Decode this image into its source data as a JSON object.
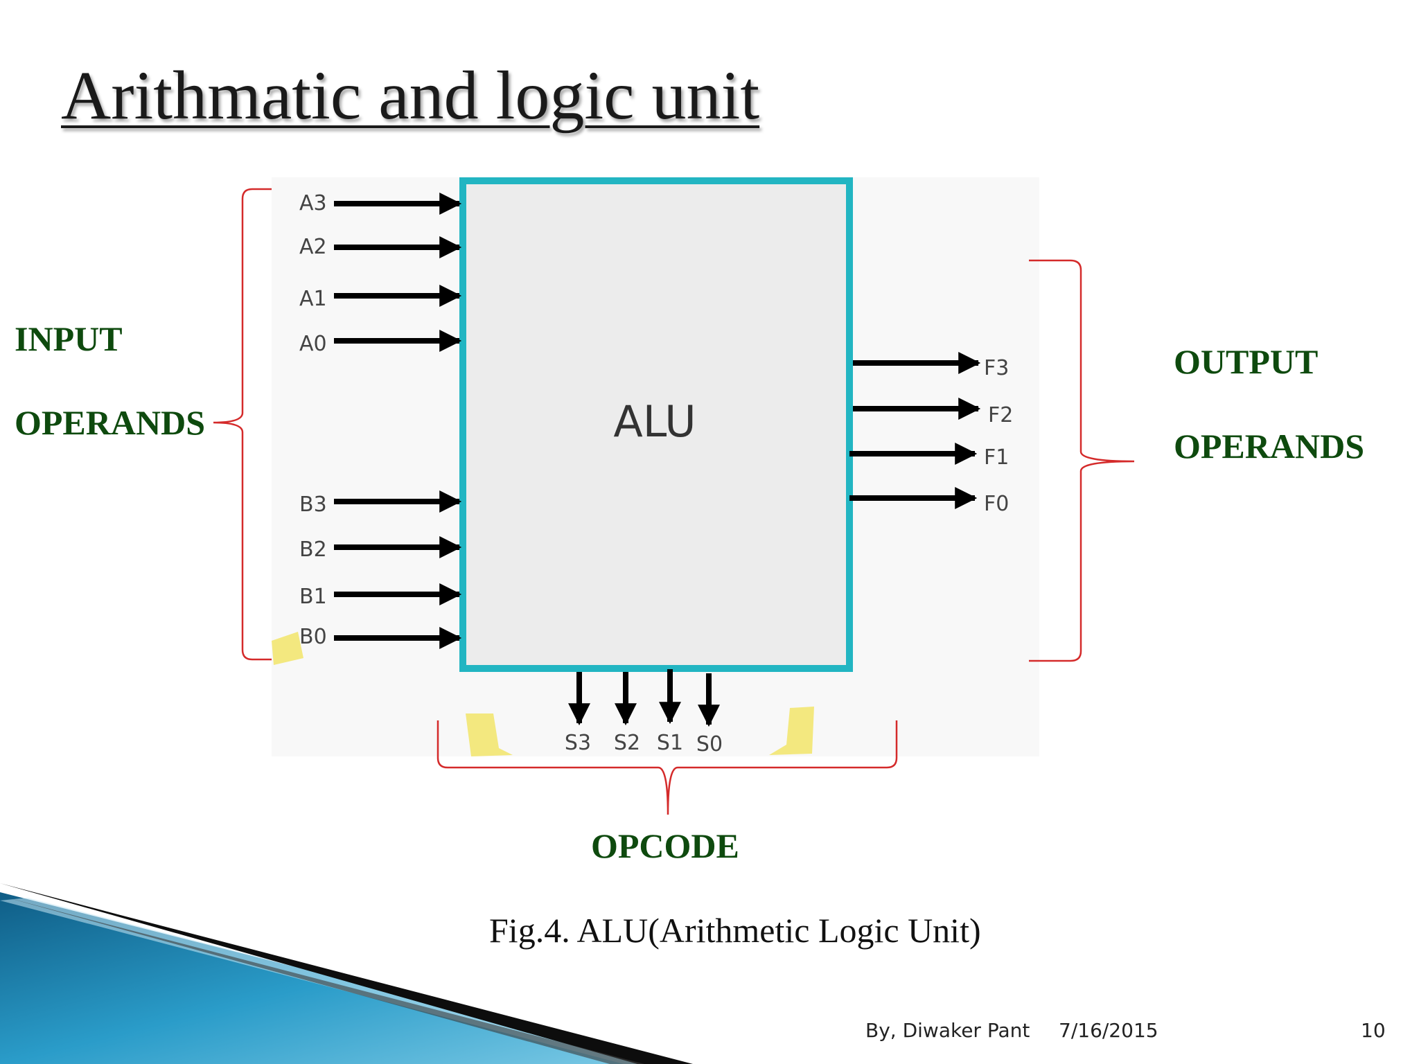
{
  "slide": {
    "title": "Arithmatic and logic unit",
    "caption": "Fig.4.  ALU(Arithmetic Logic Unit)"
  },
  "diagram": {
    "block_label": "ALU",
    "input_a": [
      "A3",
      "A2",
      "A1",
      "A0"
    ],
    "input_b": [
      "B3",
      "B2",
      "B1",
      "B0"
    ],
    "outputs": [
      "F3",
      "F2",
      "F1",
      "F0"
    ],
    "selects": [
      "S3",
      "S2",
      "S1",
      "S0"
    ],
    "labels": {
      "input_line1": "INPUT",
      "input_line2": "OPERANDS",
      "output_line1": "OUTPUT",
      "output_line2": "OPERANDS",
      "opcode": "OPCODE"
    }
  },
  "footer": {
    "author": "By,  Diwaker Pant",
    "date": "7/16/2015",
    "page_number": "10"
  },
  "colors": {
    "alu_border": "#22b5c2",
    "alu_fill": "#ececec",
    "brace": "#d42a2a",
    "label_green": "#0e4a0e",
    "corner_blue": "#1b7fae"
  }
}
